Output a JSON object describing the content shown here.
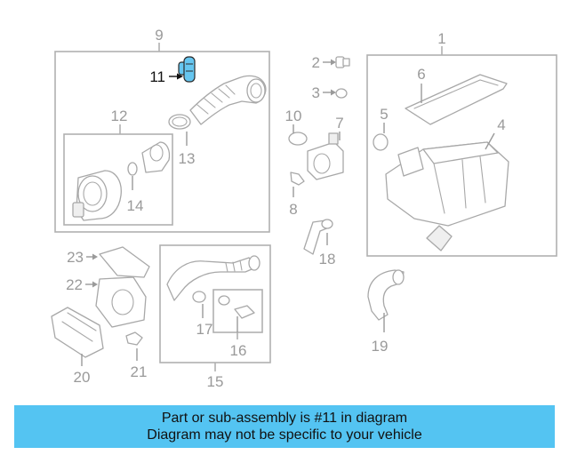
{
  "diagram": {
    "highlighted_part": "11",
    "highlight_color": "#66c6f0",
    "callouts": [
      "1",
      "2",
      "3",
      "4",
      "5",
      "6",
      "7",
      "8",
      "9",
      "10",
      "11",
      "12",
      "13",
      "14",
      "15",
      "16",
      "17",
      "18",
      "19",
      "20",
      "21",
      "22",
      "23"
    ]
  },
  "banner": {
    "line1": "Part or sub-assembly is #11 in diagram",
    "line2": "Diagram may not be specific to your vehicle",
    "background": "#54c4f2"
  }
}
